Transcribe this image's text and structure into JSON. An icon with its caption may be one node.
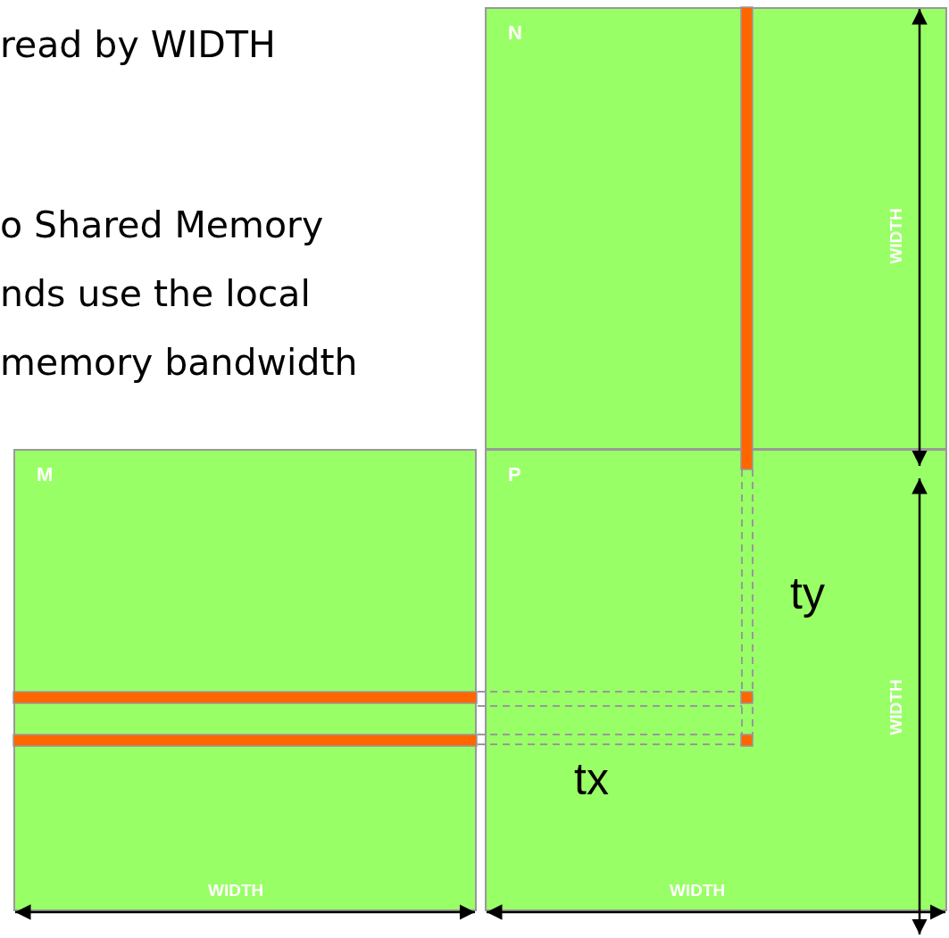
{
  "diagram": {
    "nodes": [
      {
        "text": [
          "N"
        ]
      },
      {
        "text": [
          "M"
        ]
      },
      {
        "text": [
          "P"
        ]
      }
    ],
    "labels": [
      "read by WIDTH",
      "o Shared Memory",
      "nds use the local",
      "memory bandwidth",
      "WIDTH",
      "ty",
      "WIDTH",
      "tx",
      "WIDTH",
      "WIDTH"
    ]
  }
}
